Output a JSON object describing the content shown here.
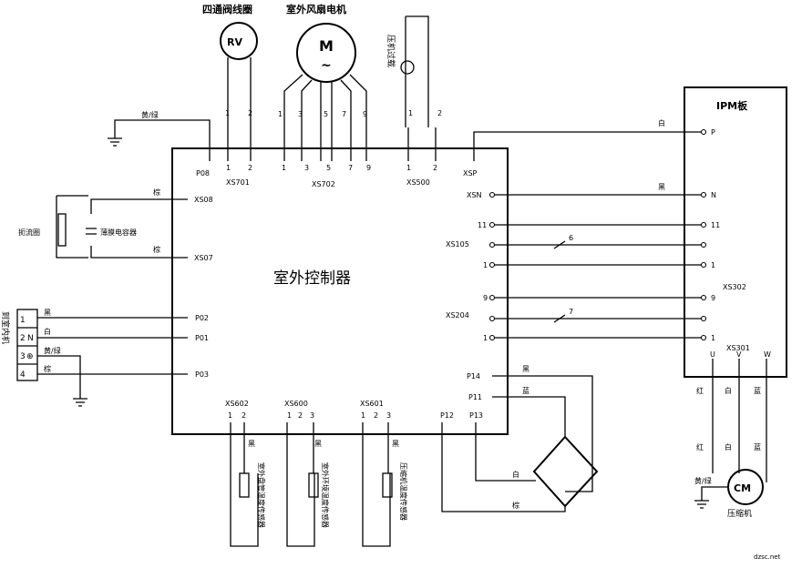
{
  "top_labels": {
    "valve_coil": "四通阀线圈",
    "fan_motor": "室外风扇电机",
    "pressure_switch": "压机过载"
  },
  "symbols": {
    "rv": "RV",
    "motor": "M",
    "motor_tilde": "~",
    "cm": "CM"
  },
  "controller": {
    "title": "室外控制器"
  },
  "ipm": {
    "title": "IPM板",
    "xs302": "XS302",
    "xs301": "XS301",
    "p": "P",
    "n": "N",
    "u": "U",
    "v": "V",
    "w": "W"
  },
  "connectors": {
    "p08": "P08",
    "xs701": "XS701",
    "xs702": "XS702",
    "xs500": "XS500",
    "xsp": "XSP",
    "xs08": "XS08",
    "xs07": "XS07",
    "xsn": "XSN",
    "xs105": "XS105",
    "xs204": "XS204",
    "p02": "P02",
    "p01": "P01",
    "p03": "P03",
    "p14": "P14",
    "p11": "P11",
    "p12": "P12",
    "p13": "P13",
    "xs602": "XS602",
    "xs600": "XS600",
    "xs601": "XS601"
  },
  "pins": {
    "p1": "1",
    "p2": "2",
    "p3": "3",
    "p5": "5",
    "p7": "7",
    "p9": "9",
    "p11": "11",
    "p6": "6",
    "p4": "4"
  },
  "wires": {
    "yellow_green": "黄/绿",
    "brown": "棕",
    "black": "黑",
    "white": "白",
    "red": "红",
    "blue": "蓝"
  },
  "components": {
    "reactor": "扼流圈",
    "capacitor": "薄膜电容器",
    "compressor": "压缩机",
    "to_indoor": "到室内机",
    "s1": "室外盘管温度传感器",
    "s2": "室外环境温度传感器",
    "s3": "压缩机温度传感器"
  },
  "terminal": {
    "t1": "1",
    "t2": "2",
    "t2n": "N",
    "t3": "3",
    "t4": "4",
    "gnd": "⊕"
  },
  "watermark": "dzsc.net"
}
